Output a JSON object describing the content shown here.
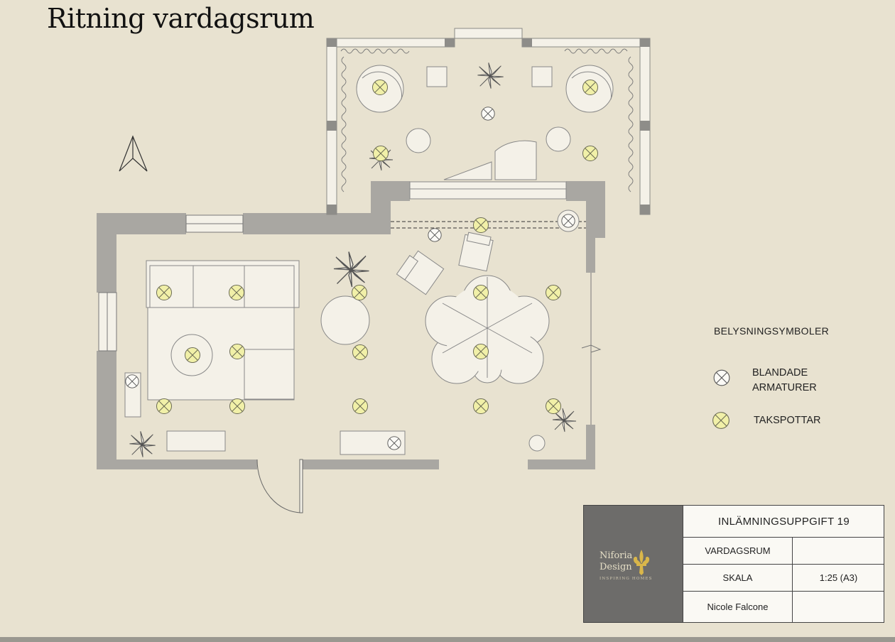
{
  "title": "Ritning vardagsrum",
  "legend": {
    "heading": "BELYSNINGSYMBOLER",
    "mixed_fixtures_line1": "BLANDADE",
    "mixed_fixtures_line2": "ARMATURER",
    "ceiling_spots": "TAKSPOTTAR"
  },
  "title_block": {
    "assignment": "INLÄMNINGSUPPGIFT 19",
    "room": "VARDAGSRUM",
    "scale_label": "SKALA",
    "scale_value": "1:25 (A3)",
    "designer": "Nicole Falcone",
    "logo_line1": "Niforia",
    "logo_line2": "Design",
    "logo_tagline": "INSPIRING HOMES"
  },
  "colors": {
    "background": "#e8e2d0",
    "wall": "#a9a7a2",
    "furniture": "#f4f1e8",
    "ceiling_spot": "#f1f0a8",
    "logo_panel": "#6d6c6a",
    "fleur_de_lis": "#d9b64a"
  },
  "icons": {
    "north_arrow": "north-arrow-icon",
    "mixed_fixture": "crossed-circle-icon",
    "ceiling_spot": "yellow-crossed-circle-icon",
    "plant": "plant-icon",
    "logo_mark": "fleur-de-lis-icon"
  }
}
